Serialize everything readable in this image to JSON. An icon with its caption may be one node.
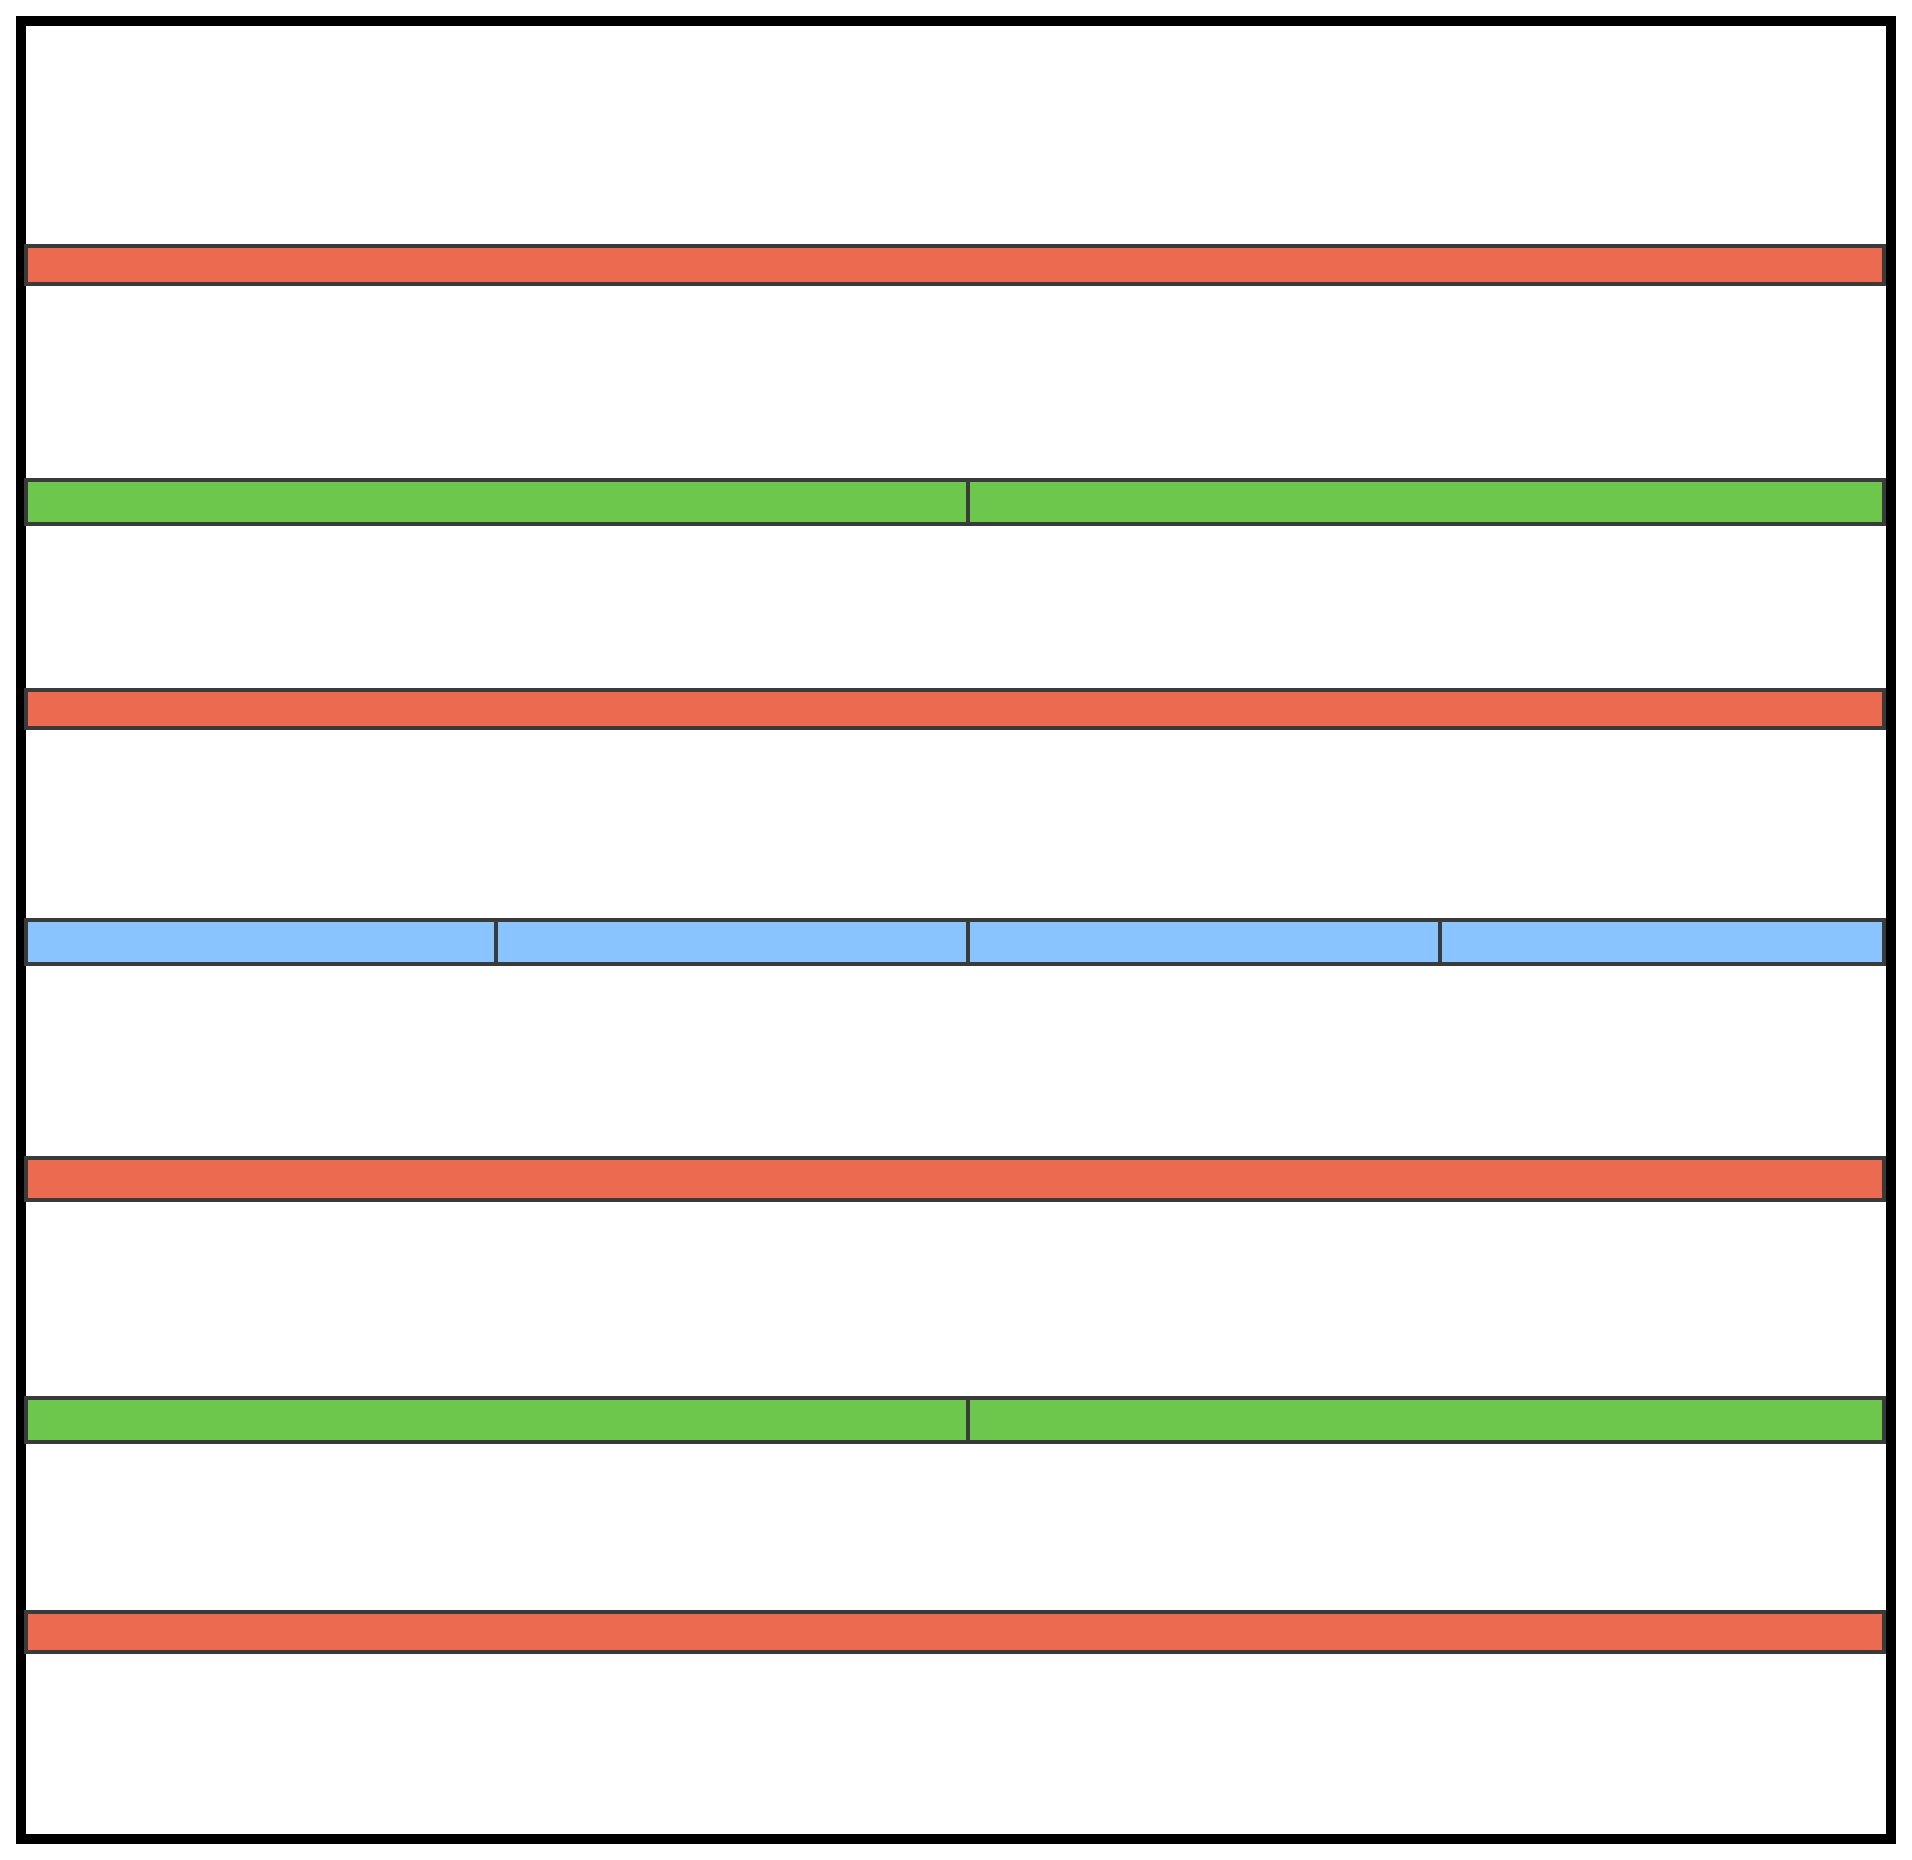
{
  "diagram": {
    "nodes": [
      {
        "text": [],
        "shape": "box"
      },
      {
        "text": [],
        "shape": "bar",
        "in": 0
      },
      {
        "text": [],
        "shape": "bar",
        "in": 0
      },
      {
        "text": [],
        "shape": "bar",
        "in": 0
      },
      {
        "text": [],
        "shape": "bar",
        "in": 0
      },
      {
        "text": [],
        "shape": "bar",
        "in": 0
      },
      {
        "text": [],
        "shape": "bar",
        "in": 0
      },
      {
        "text": [],
        "shape": "bar",
        "in": 0
      },
      {
        "text": [],
        "shape": "bar",
        "in": 0
      },
      {
        "text": [],
        "shape": "bar",
        "in": 0
      },
      {
        "text": [],
        "shape": "bar",
        "in": 0
      },
      {
        "text": [],
        "shape": "bar",
        "in": 0
      },
      {
        "text": [],
        "shape": "bar",
        "in": 0
      }
    ]
  }
}
